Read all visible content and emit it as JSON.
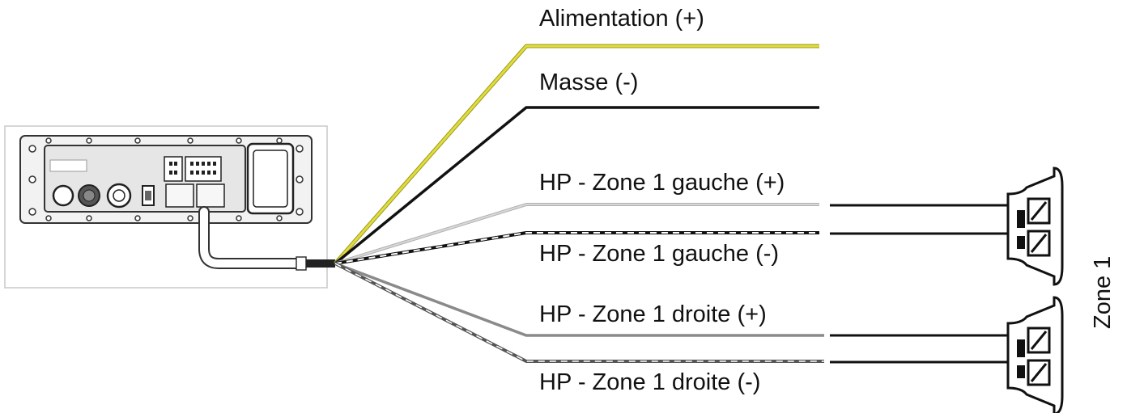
{
  "wires": [
    {
      "label": "Alimentation (+)",
      "color": "#e0dc3a",
      "dashed": false
    },
    {
      "label": "Masse (-)",
      "color": "#111111",
      "dashed": false
    },
    {
      "label": "HP - Zone 1 gauche (+)",
      "color": "#d8d8d8",
      "dashed": false
    },
    {
      "label": "HP - Zone 1 gauche (-)",
      "color": "#111111",
      "dashed": true
    },
    {
      "label": "HP - Zone 1 droite (+)",
      "color": "#8a8a8a",
      "dashed": false
    },
    {
      "label": "HP - Zone 1 droite (-)",
      "color": "#555555",
      "dashed": true
    }
  ],
  "zone_label": "Zone 1",
  "icons": {
    "unit": "amplifier-unit-icon",
    "speaker": "speaker-icon"
  }
}
